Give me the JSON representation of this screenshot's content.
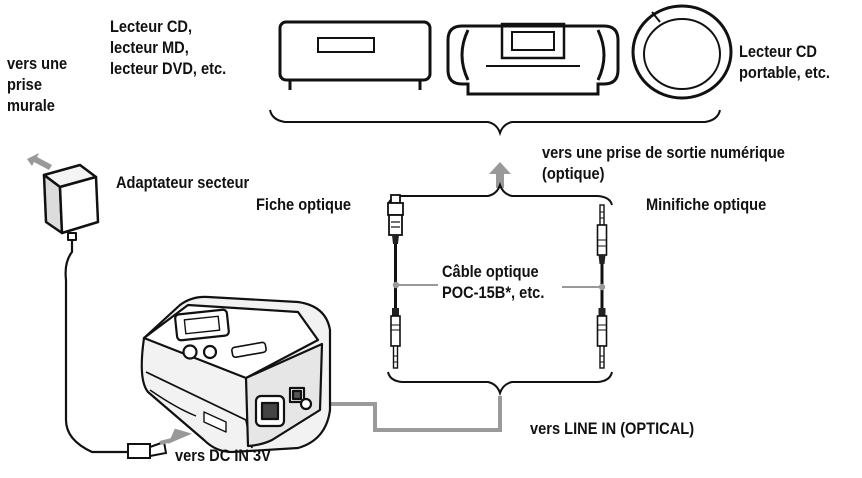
{
  "labels": {
    "source_devices": [
      "Lecteur CD,",
      "lecteur MD,",
      "lecteur DVD, etc."
    ],
    "portable_cd": [
      "Lecteur CD",
      "portable, etc."
    ],
    "wall_outlet": [
      "vers une",
      "prise",
      "murale"
    ],
    "ac_adapter": "Adaptateur secteur",
    "digital_output": [
      "vers une prise de sortie numérique",
      "(optique)"
    ],
    "optical_plug": "Fiche optique",
    "optical_mini_plug": "Minifiche optique",
    "optical_cable": [
      "Câble optique",
      "POC-15B*, etc."
    ],
    "line_in": "vers LINE IN (OPTICAL)",
    "dc_in": "vers DC IN 3V"
  },
  "colors": {
    "line": "#111111",
    "arrow": "#999999",
    "connection": "#9a9a9a"
  }
}
